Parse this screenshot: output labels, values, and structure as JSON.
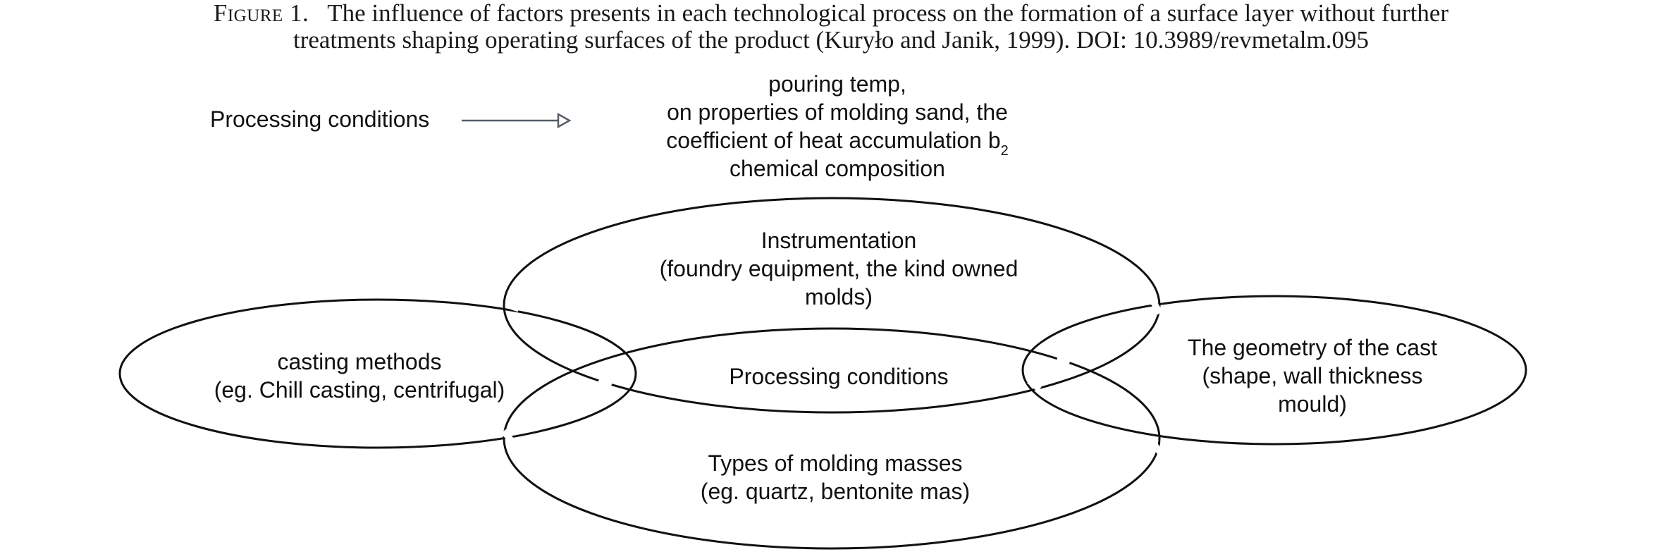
{
  "caption": {
    "label": "Figure 1.",
    "line1": "The influence of factors presents in each technological process on the formation of a surface layer without further",
    "line2": "treatments shaping operating surfaces of the product (Kuryło and Janik, 1999). DOI: 10.3989/revmetalm.095"
  },
  "legend": {
    "label": "Processing conditions",
    "arrow_icon": "arrow-right-icon"
  },
  "top_note": {
    "line1": "pouring temp,",
    "line2": "on properties of molding sand, the",
    "line3": "coefficient of heat accumulation b",
    "line3_subscript": "2",
    "line4": "chemical composition"
  },
  "ellipses": {
    "instrumentation": {
      "line1": "Instrumentation",
      "line2": "(foundry equipment, the kind owned",
      "line3": "molds)"
    },
    "casting": {
      "line1": "casting methods",
      "line2": "(eg. Chill casting, centrifugal)"
    },
    "geometry": {
      "line1": "The geometry of the cast",
      "line2": "(shape, wall thickness",
      "line3": "mould)"
    },
    "molding": {
      "line1": "Types of molding masses",
      "line2": "(eg. quartz, bentonite mas)"
    },
    "center": {
      "label": "Processing conditions"
    }
  },
  "colors": {
    "line": "#111111",
    "text": "#111111",
    "arrow": "#555d66",
    "background": "#ffffff"
  }
}
